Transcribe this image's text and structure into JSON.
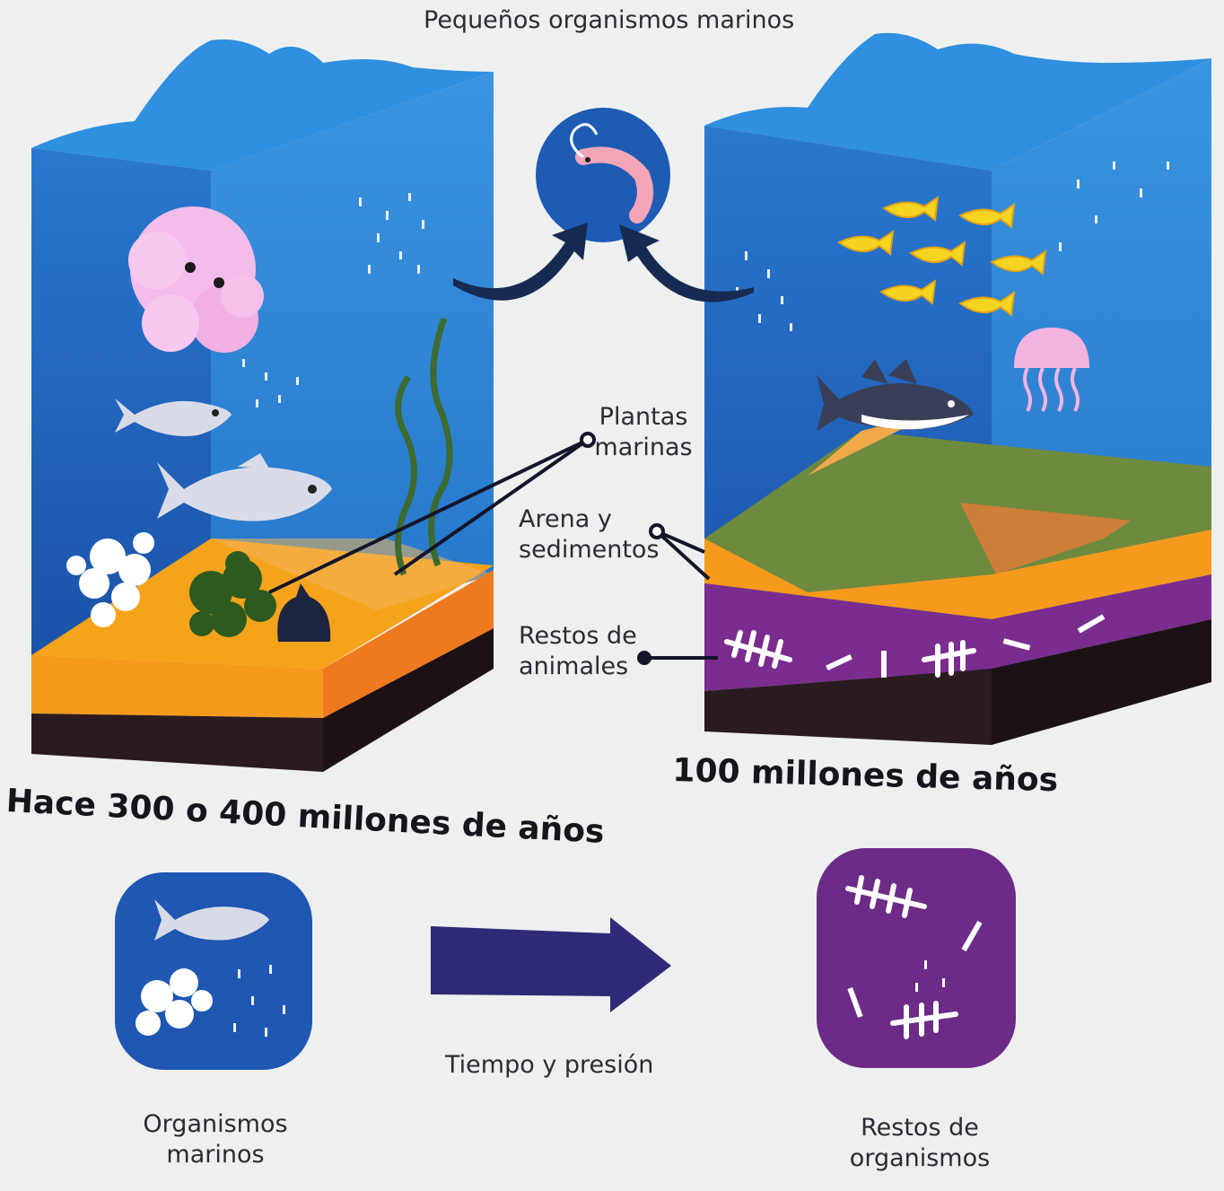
{
  "labels": {
    "small_organisms": "Pequeños organismos marinos",
    "plants_line1": "Plantas",
    "plants_line2": "marinas",
    "sand_line1": "Arena y",
    "sand_line2": "sedimentos",
    "remains_line1": "Restos de",
    "remains_line2": "animales",
    "time_pressure": "Tiempo y presión",
    "marine_orgs_line1": "Organismos",
    "marine_orgs_line2": "marinos",
    "remains_orgs_line1": "Restos de",
    "remains_orgs_line2": "organismos"
  },
  "titles": {
    "left": "Hace 300 o 400 millones de años",
    "right": "100 millones de años"
  },
  "colors": {
    "ocean_dark": "#1f5fb5",
    "ocean_light": "#2d86d8",
    "sand": "#f7a21b",
    "sand_dark": "#ee7a1c",
    "rock": "#2a1d22",
    "purple_layer": "#7a2a8e",
    "green_layer": "#6d8a3d",
    "arrow": "#2f2a78",
    "badge_blue": "#1f57b3",
    "badge_purple": "#6b2b86"
  },
  "icons": [
    "shrimp-icon",
    "octopus-icon",
    "fish-icon",
    "shark-icon",
    "jellyfish-icon",
    "coral-icon",
    "seaweed-icon",
    "fish-skeleton-icon",
    "bone-icon"
  ]
}
